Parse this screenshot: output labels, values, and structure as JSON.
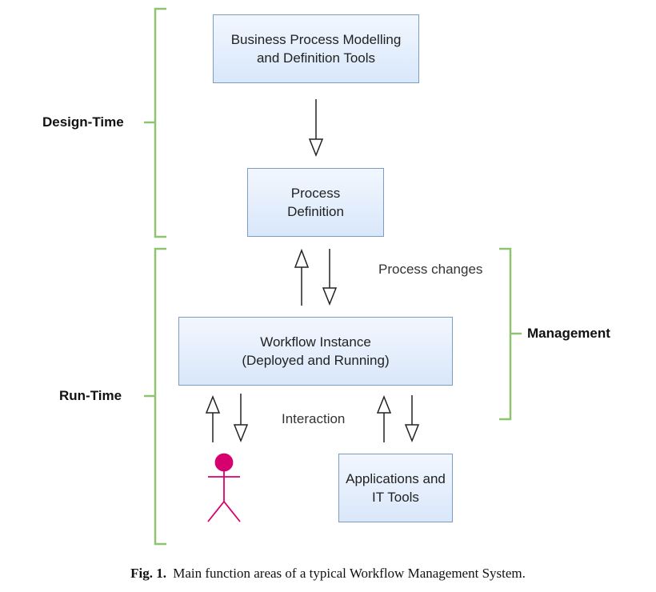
{
  "boxes": {
    "modelling_tools": [
      "Business Process Modelling",
      "and Definition Tools"
    ],
    "process_definition": [
      "Process",
      "Definition"
    ],
    "workflow_instance": [
      "Workflow Instance",
      "(Deployed and Running)"
    ],
    "applications": [
      "Applications and",
      "IT Tools"
    ]
  },
  "labels": {
    "design_time": "Design-Time",
    "run_time": "Run-Time",
    "management": "Management",
    "process_changes": "Process changes",
    "interaction": "Interaction"
  },
  "caption": {
    "prefix": "Fig. 1.",
    "text": "Main function areas of a typical Workflow Management System."
  },
  "colors": {
    "bracket": "#8fc370",
    "box_border": "#7a9cc6",
    "actor": "#d6006e"
  },
  "icons": [
    "stick-figure-user-icon"
  ]
}
